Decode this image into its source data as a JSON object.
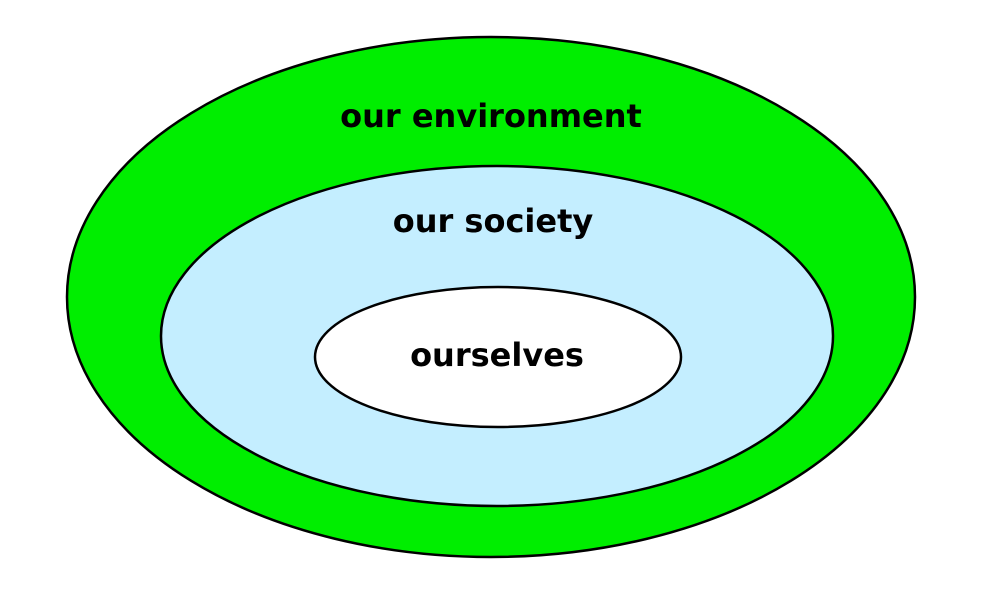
{
  "diagram": {
    "type": "nested-ellipses",
    "outline_color": "#000000",
    "rings": [
      {
        "label": "our environment",
        "fill": "#00ee00"
      },
      {
        "label": "our society",
        "fill": "#c4eeff"
      },
      {
        "label": "ourselves",
        "fill": "#ffffff"
      }
    ]
  }
}
